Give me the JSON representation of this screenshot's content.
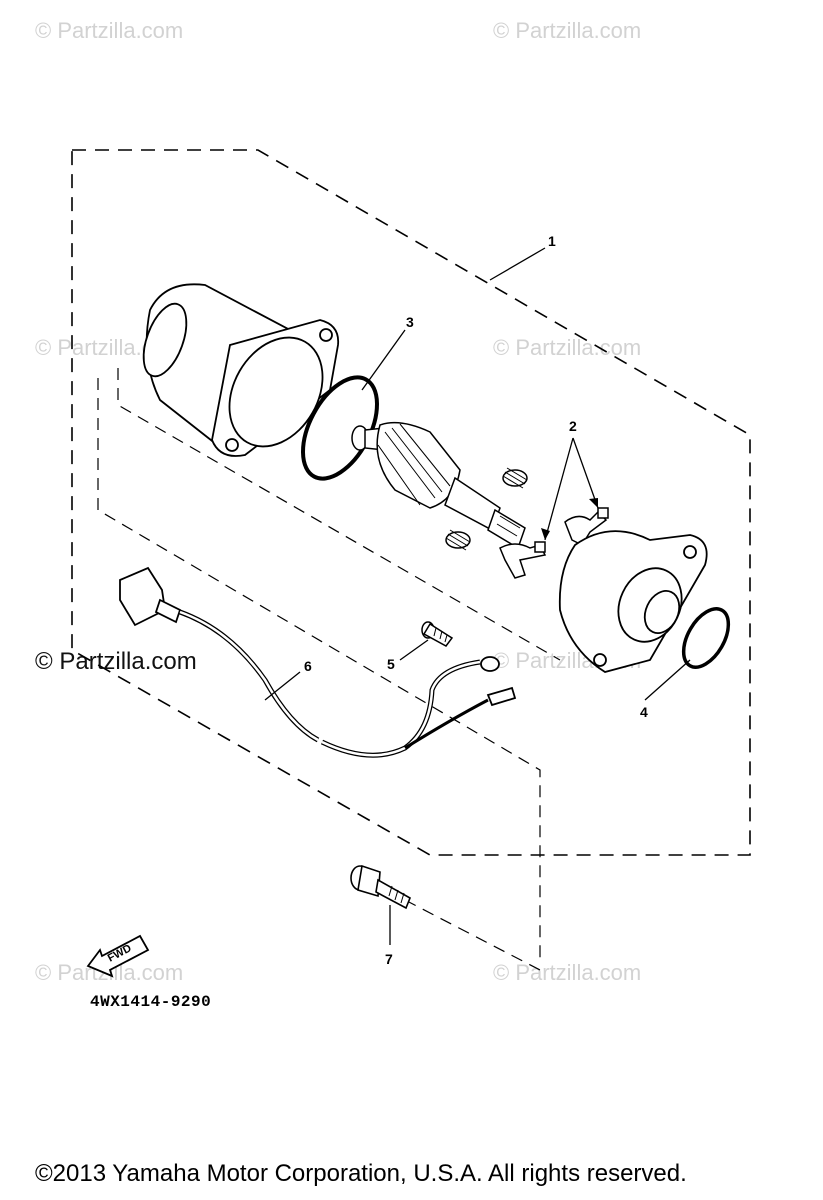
{
  "watermark": {
    "text": "© Partzilla.com",
    "main_text": "© Partzilla.com"
  },
  "callouts": {
    "c1": "1",
    "c2": "2",
    "c3": "3",
    "c4": "4",
    "c5": "5",
    "c6": "6",
    "c7": "7"
  },
  "fwd_label": "FWD",
  "diagram_code": "4WX1414-9290",
  "copyright": "©2013  Yamaha Motor Corporation, U.S.A. All rights reserved."
}
